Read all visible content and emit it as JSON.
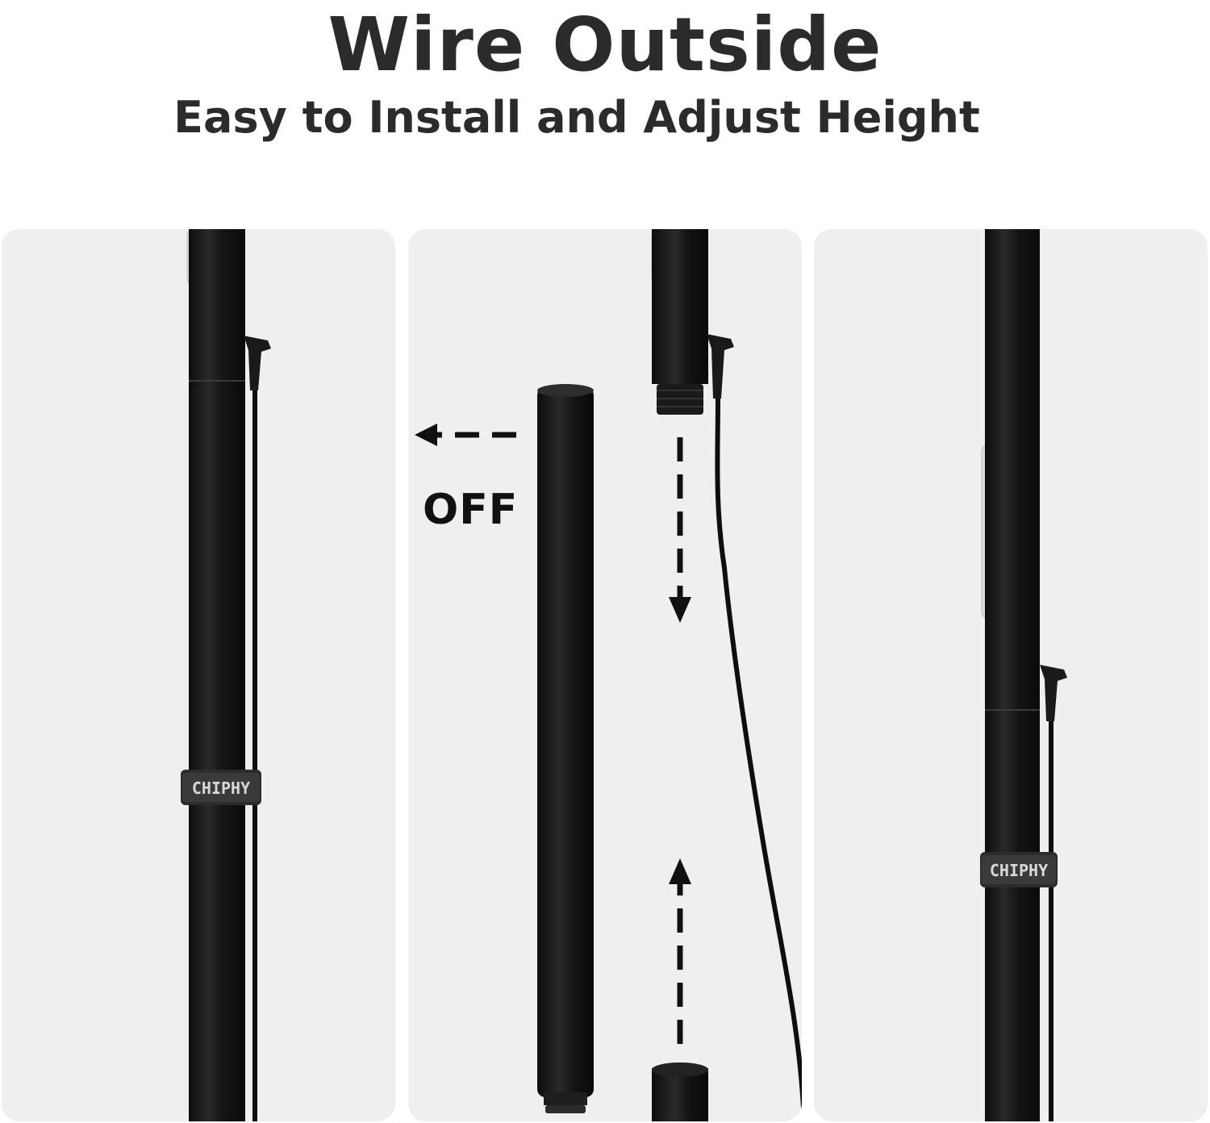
{
  "header": {
    "title": "Wire Outside",
    "subtitle": "Easy to Install and Adjust Height"
  },
  "panels": [
    {
      "strap_label": "CHIPHY"
    },
    {
      "off_label": "OFF"
    },
    {
      "strap_label": "CHIPHY"
    }
  ],
  "colors": {
    "pole": "#161616",
    "panel_bg": "#efefef",
    "text": "#2b2b2b"
  }
}
